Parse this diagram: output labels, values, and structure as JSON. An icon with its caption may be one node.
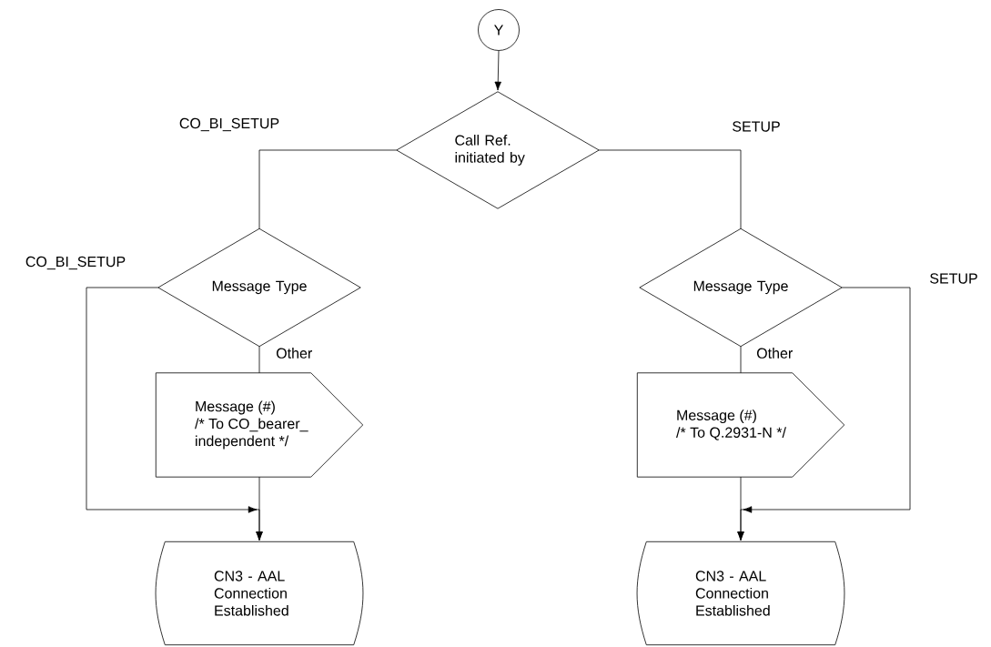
{
  "diagram": {
    "nodes": [
      {
        "text": [
          "Y"
        ]
      },
      {
        "text": [
          "Call Ref. initiated by"
        ]
      },
      {
        "text": [
          "Message Type"
        ]
      },
      {
        "text": [
          "Message Type"
        ]
      },
      {
        "text": [
          "Message (#) /* To CO_bearer_ independent */"
        ]
      },
      {
        "text": [
          "Message (#) /* To Q.2931-N */"
        ]
      },
      {
        "text": [
          "CN3 - AAL Connection Established"
        ]
      },
      {
        "text": [
          "CN3 - AAL Connection Established"
        ]
      }
    ],
    "edges": [
      {
        "from": 0,
        "to": 1,
        "arrow": "to"
      },
      {
        "from": 1,
        "to": 2,
        "arrow": "none",
        "label": "CO_BI_SETUP"
      },
      {
        "from": 1,
        "to": 3,
        "arrow": "none",
        "label": "SETUP"
      },
      {
        "from": 2,
        "to": 4,
        "arrow": "none",
        "label": "Other"
      },
      {
        "from": 2,
        "to": 6,
        "arrow": "to",
        "label": "CO_BI_SETUP"
      },
      {
        "from": 3,
        "to": 5,
        "arrow": "none",
        "label": "Other"
      },
      {
        "from": 3,
        "to": 7,
        "arrow": "to",
        "label": "SETUP"
      },
      {
        "from": 4,
        "to": 6,
        "arrow": "to"
      },
      {
        "from": 5,
        "to": 7,
        "arrow": "to"
      }
    ]
  }
}
